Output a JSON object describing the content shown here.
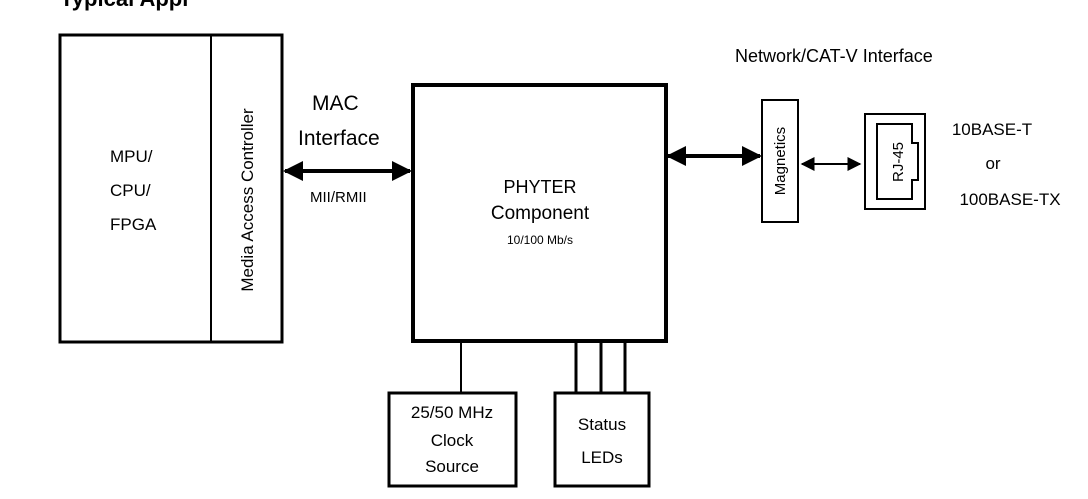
{
  "title_partial": "Typical Appl",
  "mpu_lines": [
    "MPU/",
    "CPU/",
    "FPGA"
  ],
  "mac_vertical": "Media Access Controller",
  "mac_interface": {
    "line1": "MAC",
    "line2": "Interface",
    "sub": "MII/RMII"
  },
  "phyter": {
    "line1": "PHYTER",
    "line2": "Component",
    "speed": "10/100 Mb/s"
  },
  "network_label": "Network/CAT-V Interface",
  "magnetics": "Magnetics",
  "rj45": "RJ-45",
  "ethernet": {
    "line1": "10BASE-T",
    "line2": "or",
    "line3": "100BASE-TX"
  },
  "clock": {
    "line1": "25/50 MHz",
    "line2": "Clock",
    "line3": "Source"
  },
  "status": {
    "line1": "Status",
    "line2": "LEDs"
  }
}
